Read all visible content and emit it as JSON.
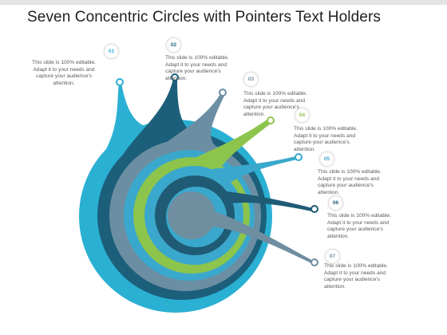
{
  "title": "Seven Concentric Circles with Pointers Text Holders",
  "colors": {
    "ring1": "#2ab0d3",
    "ring2": "#1c5f7b",
    "ring3": "#6c8ea3",
    "ring4": "#8cc44c",
    "ring5": "#3aa8cc",
    "ring6": "#1f5b75",
    "ring7": "#6f8ea0"
  },
  "items": [
    {
      "number": "01",
      "text": "This slide is 100% editable. Adapt it to your needs and capture your audience's attention."
    },
    {
      "number": "02",
      "text": "This slide is 100% editable. Adapt it to your needs and capture your audience's attention."
    },
    {
      "number": "03",
      "text": "This slide is 100% editable. Adapt it to your needs and capture your audience's attention."
    },
    {
      "number": "04",
      "text": "This slide is 100% editable. Adapt it to your needs and capture your audience's attention."
    },
    {
      "number": "05",
      "text": "This slide is 100% editable. Adapt it to your needs and capture your audience's attention."
    },
    {
      "number": "06",
      "text": "This slide is 100% editable. Adapt it to your needs and capture your audience's attention."
    },
    {
      "number": "07",
      "text": "This slide is 100% editable. Adapt it to your needs and capture your audience's attention."
    }
  ]
}
